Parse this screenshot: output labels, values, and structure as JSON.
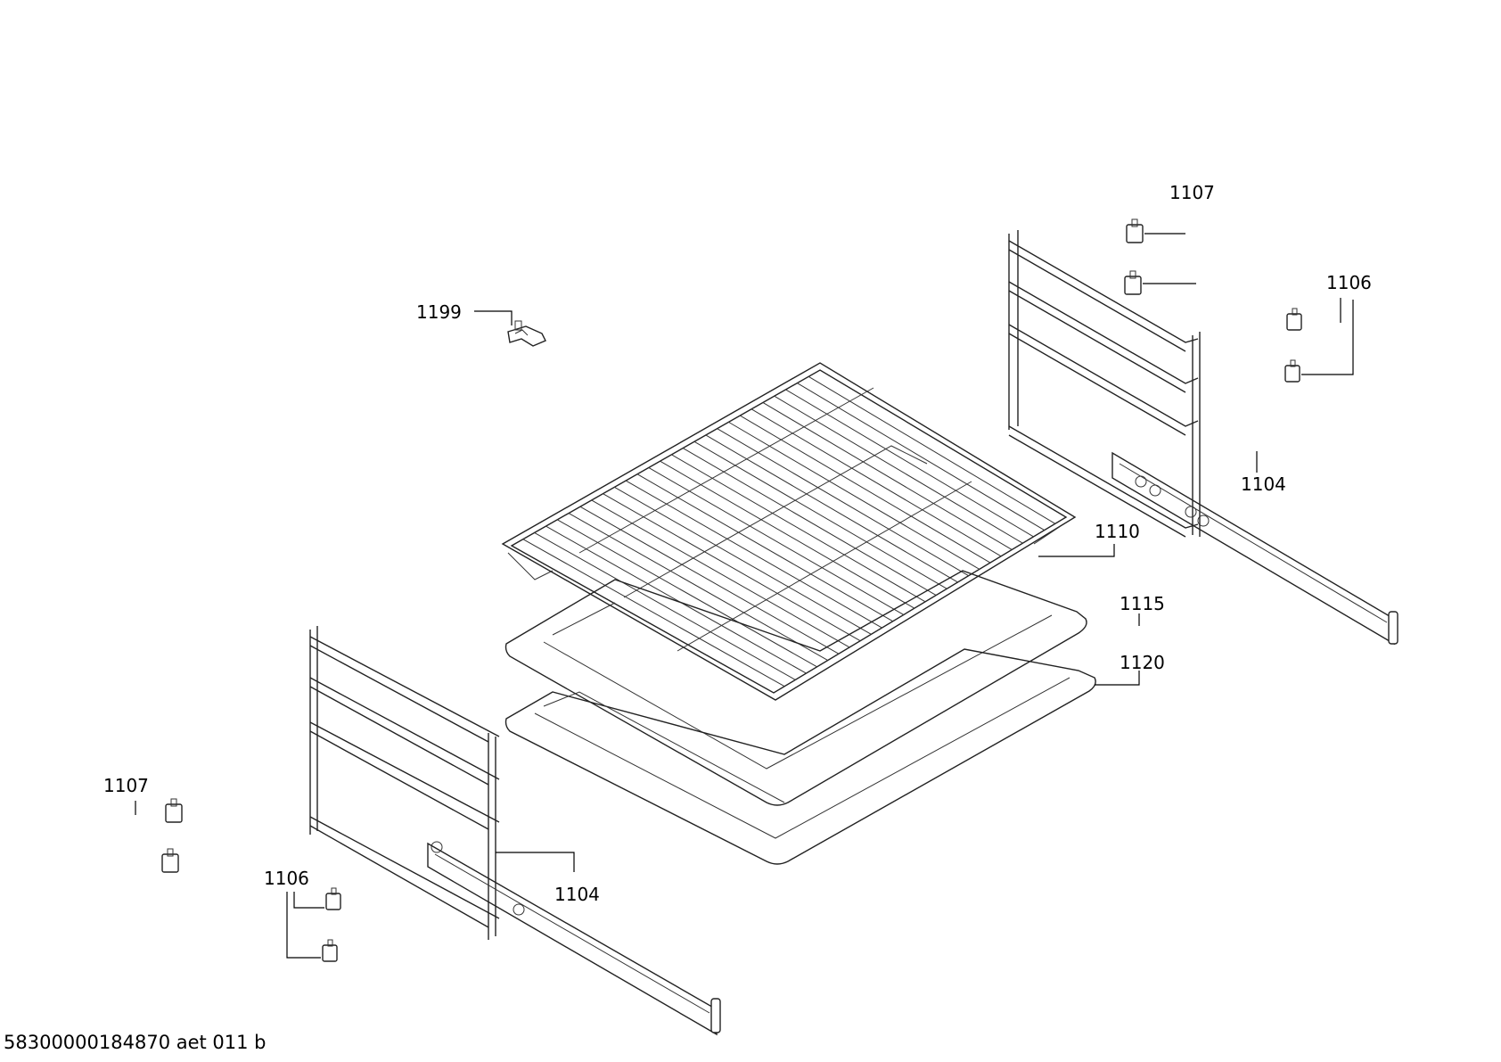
{
  "labels": {
    "l1107_top": "1107",
    "l1106_right": "1106",
    "l1199": "1199",
    "l1104_right": "1104",
    "l1110": "1110",
    "l1115": "1115",
    "l1120": "1120",
    "l1107_left": "1107",
    "l1106_left": "1106",
    "l1104_left": "1104"
  },
  "footer": {
    "code": "58300000184870 aet 011 b"
  }
}
